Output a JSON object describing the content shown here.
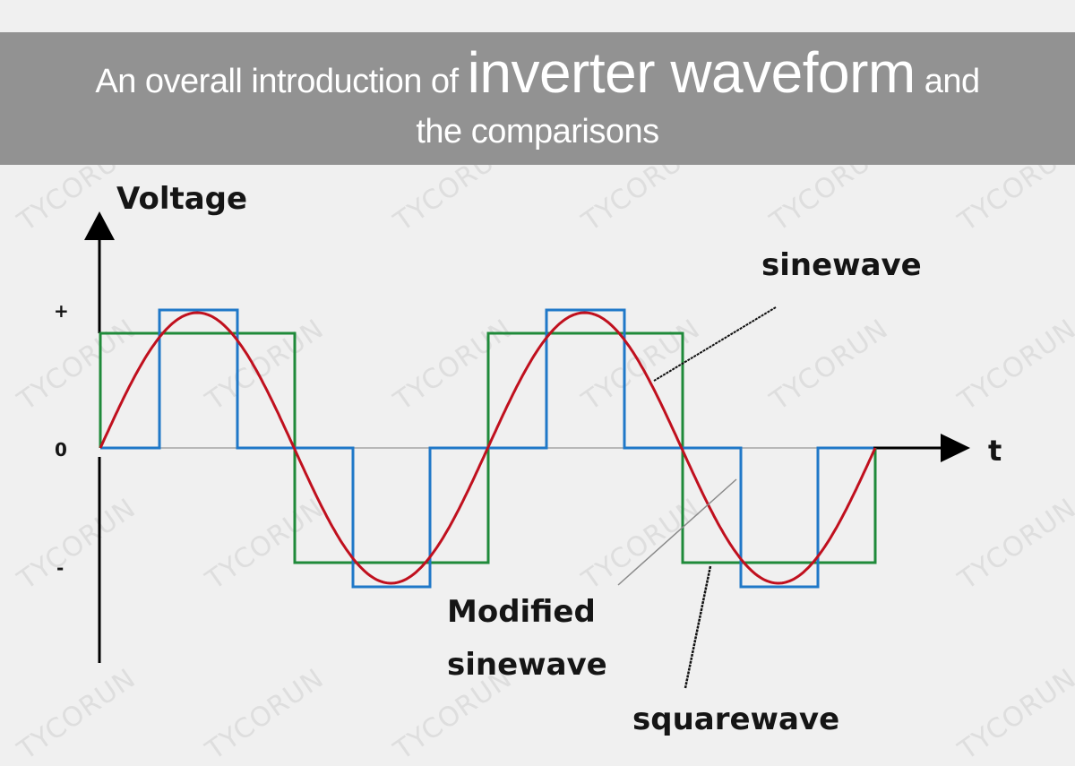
{
  "banner": {
    "title_prefix": "An overall introduction of",
    "title_emphasis": "inverter waveform",
    "title_suffix": "and",
    "title_line2": "the comparisons",
    "background": "#929292",
    "text_color": "#ffffff"
  },
  "axes": {
    "y_label": "Voltage",
    "x_label": "t",
    "tick_plus": "+",
    "tick_zero": "0",
    "tick_minus": "-"
  },
  "annotations": {
    "sinewave": "sinewave",
    "modified_line1": "Modified",
    "modified_line2": "sinewave",
    "squarewave": "squarewave"
  },
  "watermark": "TYCORUN",
  "colors": {
    "sinewave": "#c0101e",
    "modified_sinewave": "#1f78c8",
    "squarewave": "#1f8a3a",
    "axis": "#000000",
    "background": "#f0f0f0"
  },
  "chart_data": {
    "type": "line",
    "title": "An overall introduction of inverter waveform and the comparisons",
    "xlabel": "t",
    "ylabel": "Voltage",
    "y_ticks": [
      "+",
      "0",
      "-"
    ],
    "x_range_periods": [
      0,
      2
    ],
    "series": [
      {
        "name": "sinewave",
        "color": "#c0101e",
        "shape": "sine",
        "amplitude": 1.0,
        "periods": 2
      },
      {
        "name": "Modified sinewave",
        "color": "#1f78c8",
        "shape": "stepped pulse (0, +1.05, 0, -1.05 per period, pulses centered on peaks, width ≈ 40% of half-period)",
        "amplitude": 1.05,
        "periods": 2
      },
      {
        "name": "squarewave",
        "color": "#1f8a3a",
        "shape": "square (+0.85 / -0.85, transitions at zero crossings)",
        "amplitude": 0.85,
        "periods": 2
      }
    ]
  }
}
